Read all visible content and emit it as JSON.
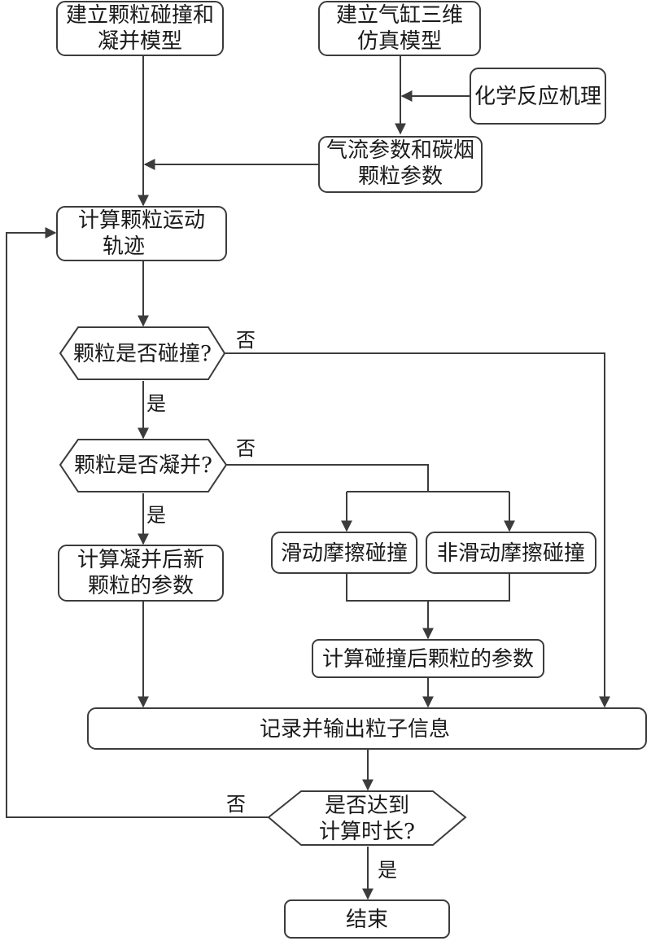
{
  "nodes": {
    "build_collision_model": {
      "lines": [
        "建立颗粒碰撞和",
        "凝并模型"
      ]
    },
    "build_cylinder_model": {
      "lines": [
        "建立气缸三维",
        "仿真模型"
      ]
    },
    "chemical_mechanism": {
      "lines": [
        "化学反应机理"
      ]
    },
    "flow_soot_params": {
      "lines": [
        "气流参数和碳烟",
        "颗粒参数"
      ]
    },
    "calc_trajectory": {
      "lines": [
        "计算颗粒运动",
        "轨迹"
      ]
    },
    "decision_collide": {
      "lines": [
        "颗粒是否碰撞?"
      ]
    },
    "decision_coalesce": {
      "lines": [
        "颗粒是否凝并?"
      ]
    },
    "calc_new_particle": {
      "lines": [
        "计算凝并后新",
        "颗粒的参数"
      ]
    },
    "sliding_friction": {
      "lines": [
        "滑动摩擦碰撞"
      ]
    },
    "non_sliding_friction": {
      "lines": [
        "非滑动摩擦碰撞"
      ]
    },
    "calc_after_collision": {
      "lines": [
        "计算碰撞后颗粒的参数"
      ]
    },
    "record_output": {
      "lines": [
        "记录并输出粒子信息"
      ]
    },
    "decision_time": {
      "lines": [
        "是否达到",
        "计算时长?"
      ]
    },
    "end": {
      "lines": [
        "结束"
      ]
    }
  },
  "edge_labels": {
    "collide_no": "否",
    "collide_yes": "是",
    "coalesce_no": "否",
    "coalesce_yes": "是",
    "time_no": "否",
    "time_yes": "是"
  }
}
